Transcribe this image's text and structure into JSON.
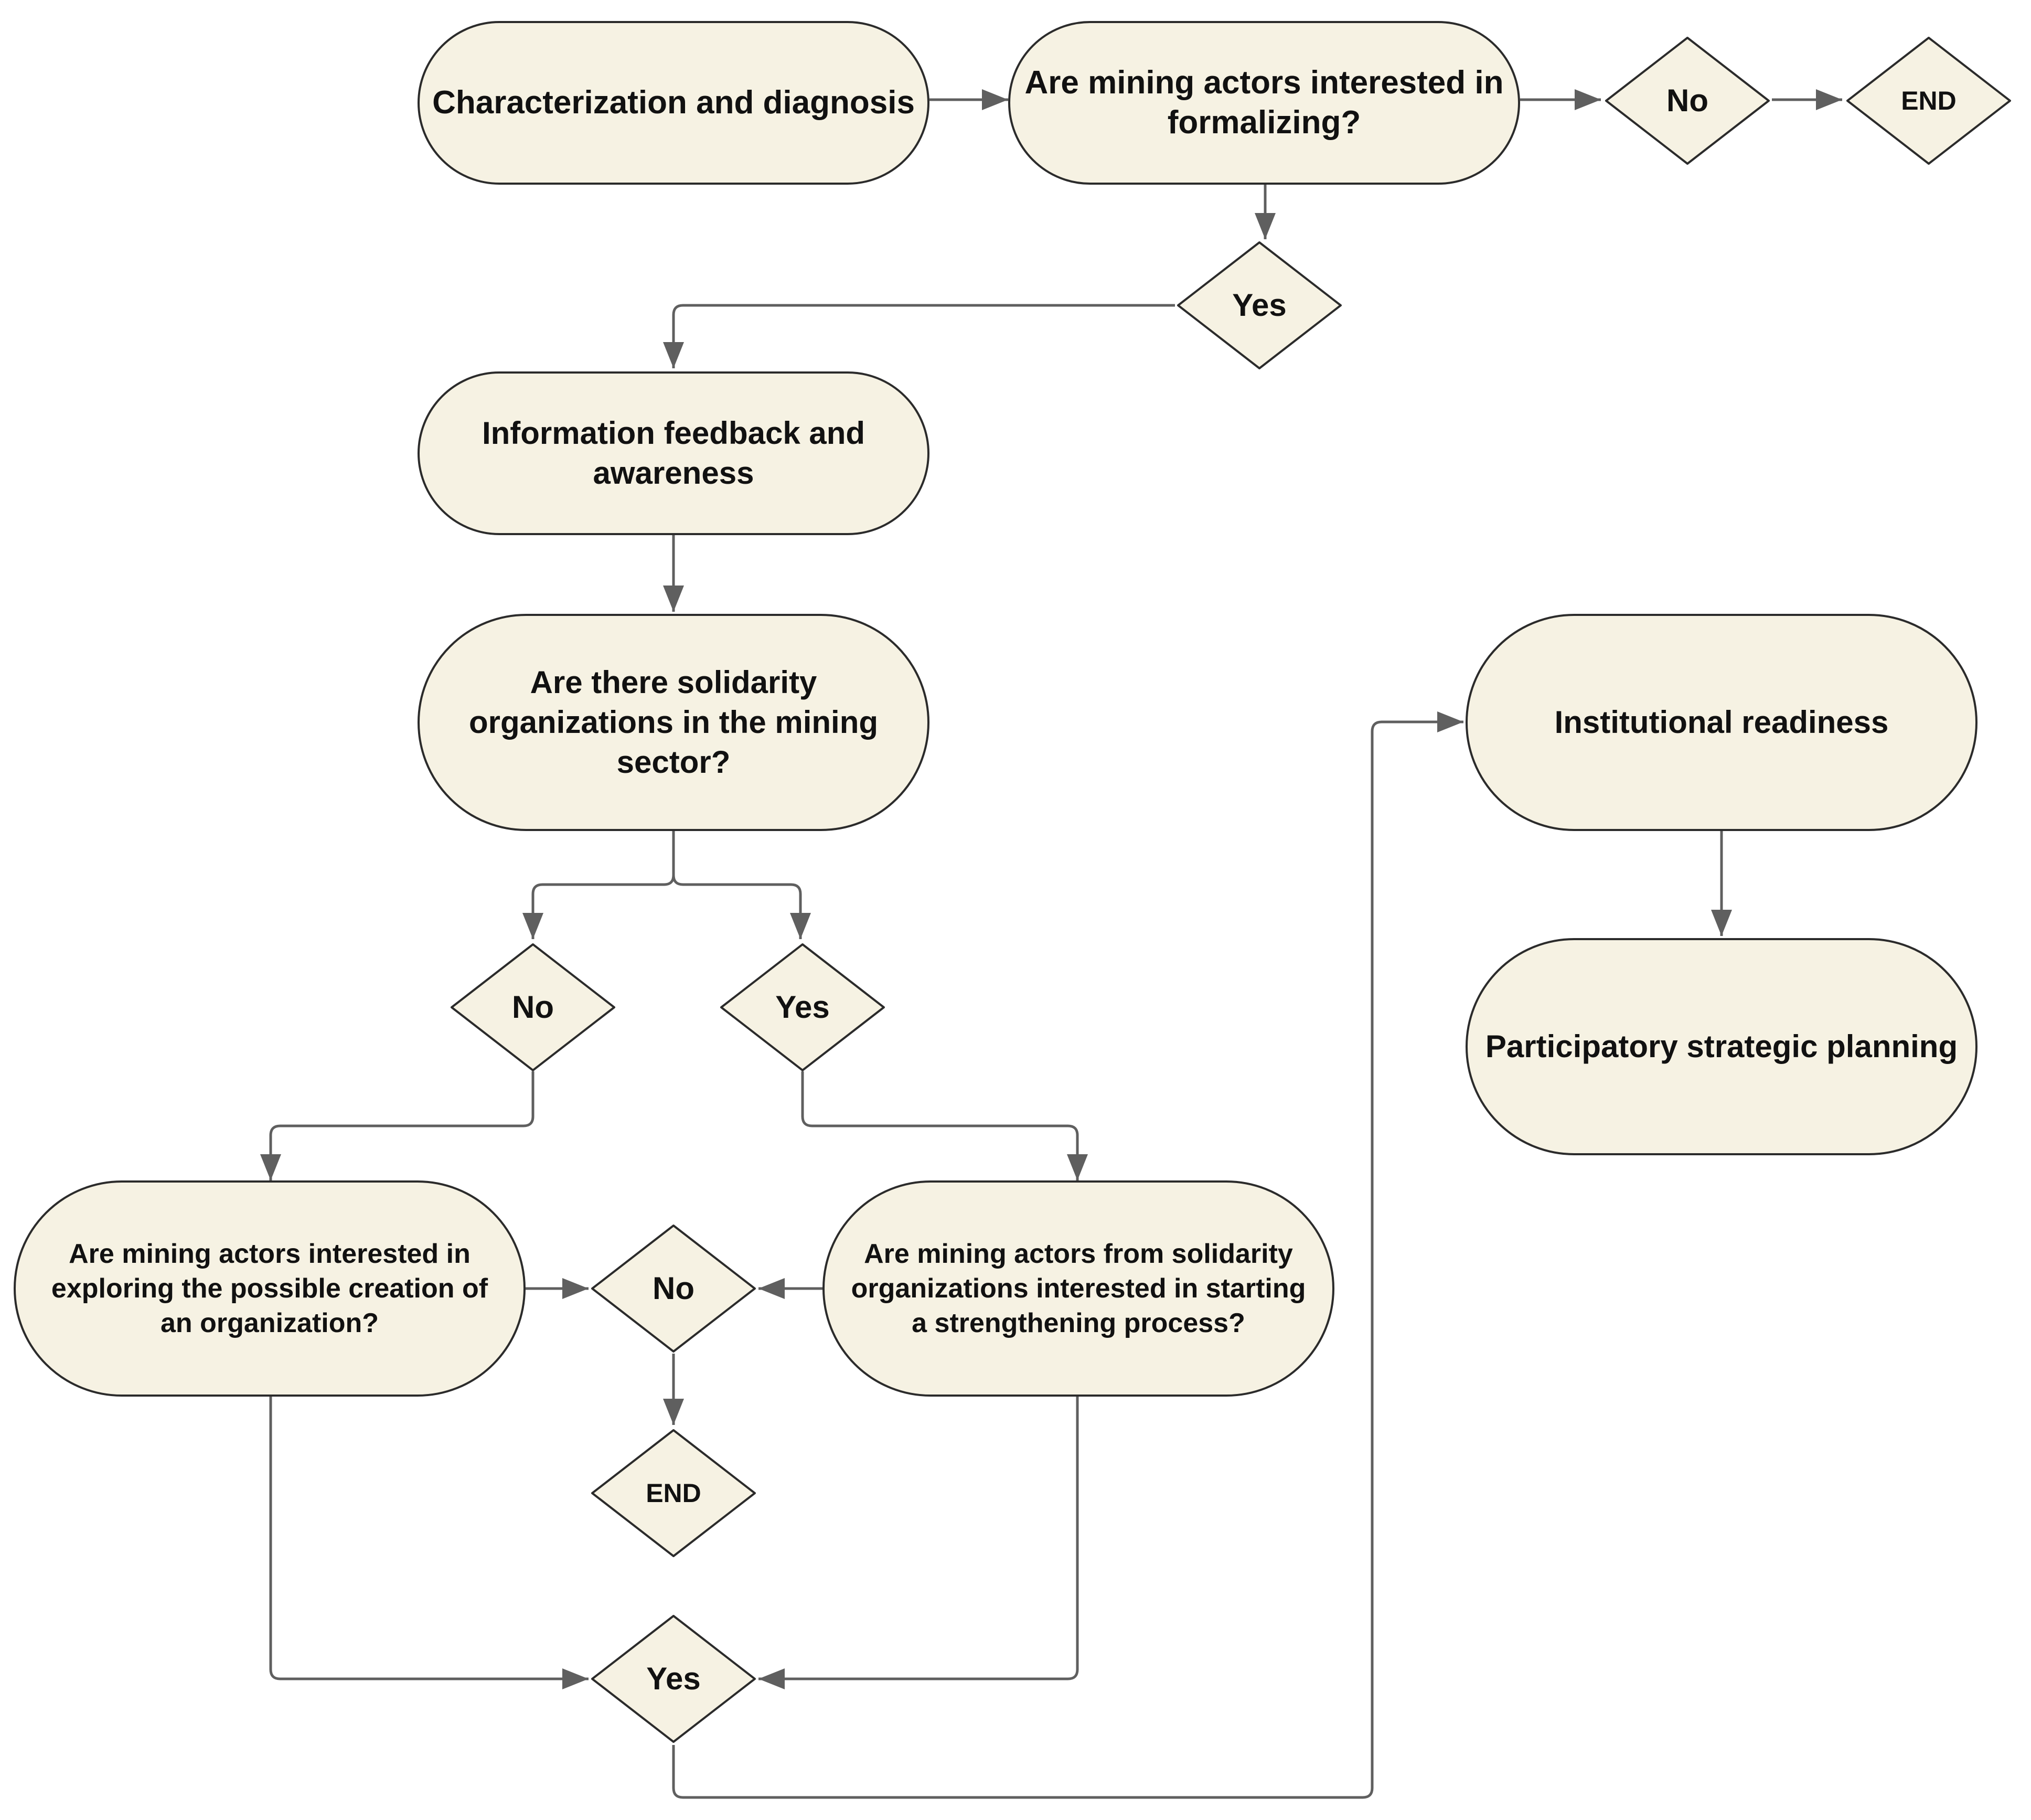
{
  "diagram": {
    "nodes": {
      "characterization": "Characterization and diagnosis",
      "q_formalizing": "Are mining actors interested in formalizing?",
      "d_no_top": "No",
      "end_top": "END",
      "d_yes_top": "Yes",
      "info_feedback": "Information feedback and awareness",
      "q_solidarity": "Are there solidarity organizations in the mining sector?",
      "d_no_mid": "No",
      "d_yes_mid": "Yes",
      "q_create_org": "Are mining actors interested in exploring the possible creation of an organization?",
      "d_no_bottom": "No",
      "q_strengthening": "Are mining actors from solidarity organizations interested in starting a strengthening process?",
      "end_bottom": "END",
      "d_yes_bottom": "Yes",
      "institutional": "Institutional readiness",
      "participatory": "Participatory strategic planning"
    },
    "colors": {
      "node_fill": "#f6f2e3",
      "node_stroke": "#2b2b2b",
      "connector": "#5f5f5f",
      "text": "#111111"
    }
  }
}
